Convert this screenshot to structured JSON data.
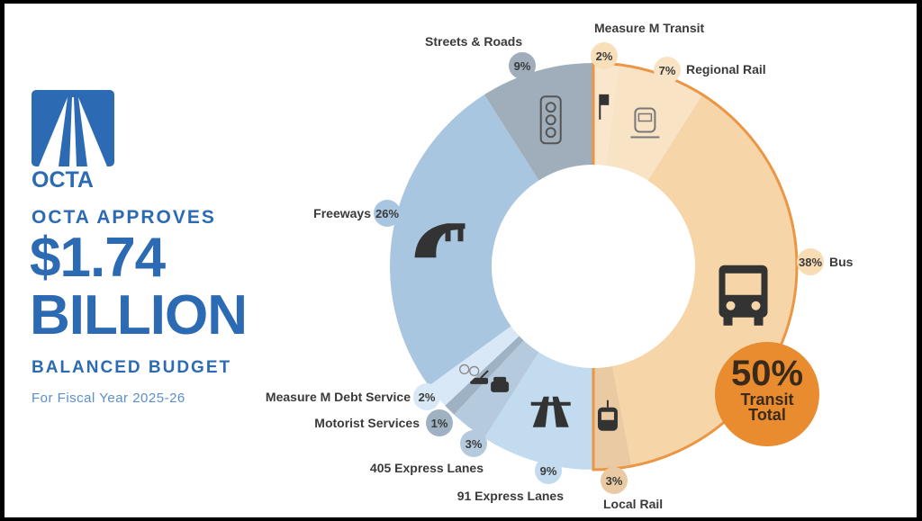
{
  "brand": {
    "logo_text": "OCTA",
    "color": "#2c6bb3"
  },
  "headline": {
    "approves": "OCTA APPROVES",
    "amount": "$1.74",
    "unit": "BILLION",
    "subtitle": "BALANCED BUDGET",
    "fiscal_year": "For Fiscal Year 2025-26"
  },
  "chart_data": {
    "type": "pie",
    "subtype": "donut",
    "title": "",
    "unit": "%",
    "segments": [
      {
        "label": "Measure M Transit",
        "value": 2,
        "pct_label": "2%",
        "group": "transit",
        "color": "#f9e6cc",
        "icon": "bus-stop-icon"
      },
      {
        "label": "Regional Rail",
        "value": 7,
        "pct_label": "7%",
        "group": "transit",
        "color": "#f8e3c5",
        "icon": "train-icon"
      },
      {
        "label": "Bus",
        "value": 38,
        "pct_label": "38%",
        "group": "transit",
        "color": "#f6d6a8",
        "icon": "bus-icon"
      },
      {
        "label": "Local Rail",
        "value": 3,
        "pct_label": "3%",
        "group": "transit",
        "color": "#e9caa2",
        "icon": "streetcar-icon"
      },
      {
        "label": "91 Express Lanes",
        "value": 9,
        "pct_label": "9%",
        "group": "other",
        "color": "#c3dbef",
        "icon": "highway-icon"
      },
      {
        "label": "405 Express Lanes",
        "value": 3,
        "pct_label": "3%",
        "group": "other",
        "color": "#b6cade",
        "icon": "car-icon"
      },
      {
        "label": "Motorist Services",
        "value": 1,
        "pct_label": "1%",
        "group": "other",
        "color": "#9fb2c4",
        "icon": "tow-truck-icon"
      },
      {
        "label": "Measure M Debt Service",
        "value": 2,
        "pct_label": "2%",
        "group": "other",
        "color": "#d8e8f6",
        "icon": "money-bags-icon"
      },
      {
        "label": "Freeways",
        "value": 26,
        "pct_label": "26%",
        "group": "other",
        "color": "#a9c6e1",
        "icon": "freeway-icon"
      },
      {
        "label": "Streets & Roads",
        "value": 9,
        "pct_label": "9%",
        "group": "other",
        "color": "#a0aebb",
        "icon": "traffic-light-icon"
      }
    ],
    "transit_total": {
      "value": 50,
      "pct_label": "50%",
      "label": "Transit Total",
      "color": "#e98b2f",
      "outline_color": "#ea9645"
    }
  }
}
